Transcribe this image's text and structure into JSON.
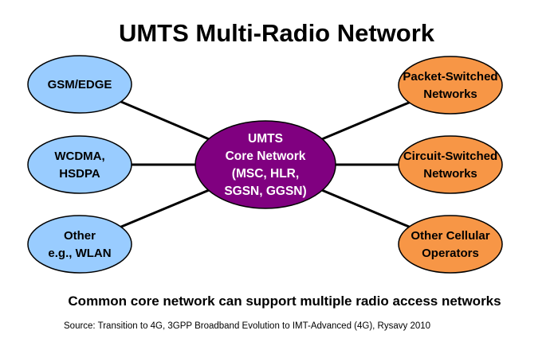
{
  "title": "UMTS Multi-Radio Network",
  "core": {
    "lines": [
      "UMTS",
      "Core Network",
      "(MSC, HLR,",
      "SGSN, GGSN)"
    ],
    "fill": "#800080",
    "text_color": "#ffffff"
  },
  "radio_networks": [
    {
      "lines": [
        "GSM/EDGE"
      ]
    },
    {
      "lines": [
        "WCDMA,",
        "HSDPA"
      ]
    },
    {
      "lines": [
        "Other",
        "e.g., WLAN"
      ]
    }
  ],
  "external_networks": [
    {
      "lines": [
        "Packet-Switched",
        "Networks"
      ]
    },
    {
      "lines": [
        "Circuit-Switched",
        "Networks"
      ]
    },
    {
      "lines": [
        "Other Cellular",
        "Operators"
      ]
    }
  ],
  "caption": "Common core network can support multiple radio access networks",
  "source": "Source: Transition to 4G,  3GPP Broadband Evolution to IMT-Advanced (4G), Rysavy 2010",
  "colors": {
    "radio_fill": "#99ccff",
    "external_fill": "#f79646",
    "outline": "#000000",
    "connector": "#000000",
    "text": "#000000"
  }
}
